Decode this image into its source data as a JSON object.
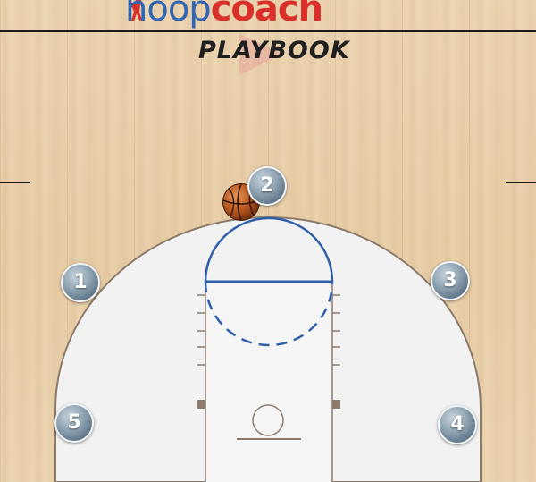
{
  "brand": {
    "hoop": "hoop",
    "coach": "coach",
    "subtitle": "PLAYBOOK"
  },
  "colors": {
    "court_floor": "#e9d2ae",
    "paint": "#f2f2f2",
    "court_lines": "#1a1a1a",
    "key_lines": "#8c7b6a",
    "restricted_arc": "#2f5fa8",
    "player_token": "#7a8e9d",
    "logo_blue": "#2f66b5",
    "logo_red": "#d9302b"
  },
  "players": [
    {
      "number": "1"
    },
    {
      "number": "2"
    },
    {
      "number": "3"
    },
    {
      "number": "4"
    },
    {
      "number": "5"
    }
  ],
  "ball": {
    "holder": "2",
    "icon": "basketball-icon"
  }
}
